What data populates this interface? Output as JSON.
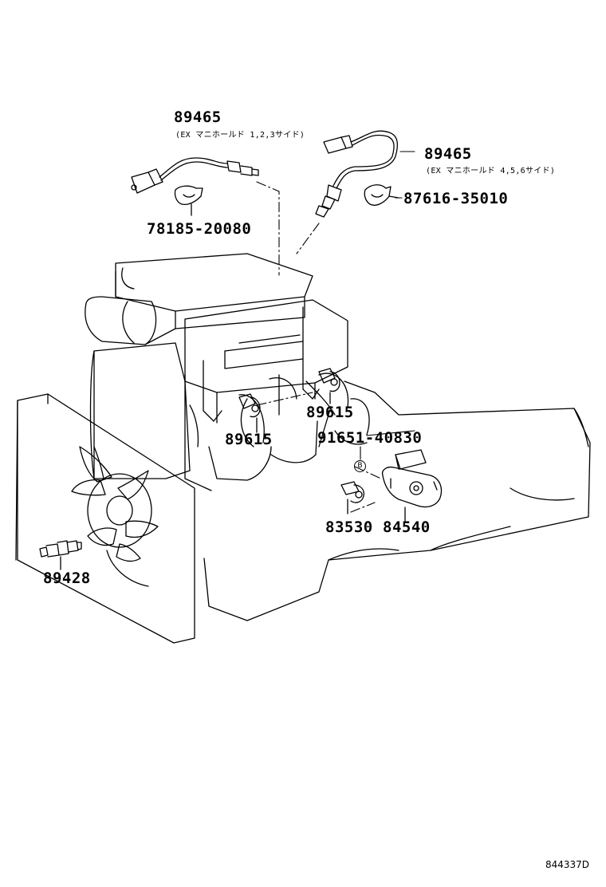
{
  "labels": {
    "o2_left_part": "89465",
    "o2_left_note": "(EX マニホールド 1,2,3サイド)",
    "o2_right_part": "89465",
    "o2_right_note": "(EX マニホールド 4,5,6サイド)",
    "clamp_left": "78185-20080",
    "clamp_right": "87616-35010",
    "sensor_left": "89615",
    "sensor_right": "89615",
    "bolt": "91651-40830",
    "switch": "83530",
    "throttle": "84540",
    "water_temp": "89428",
    "bolt_marker": "B",
    "drawing_code": "844337D"
  }
}
